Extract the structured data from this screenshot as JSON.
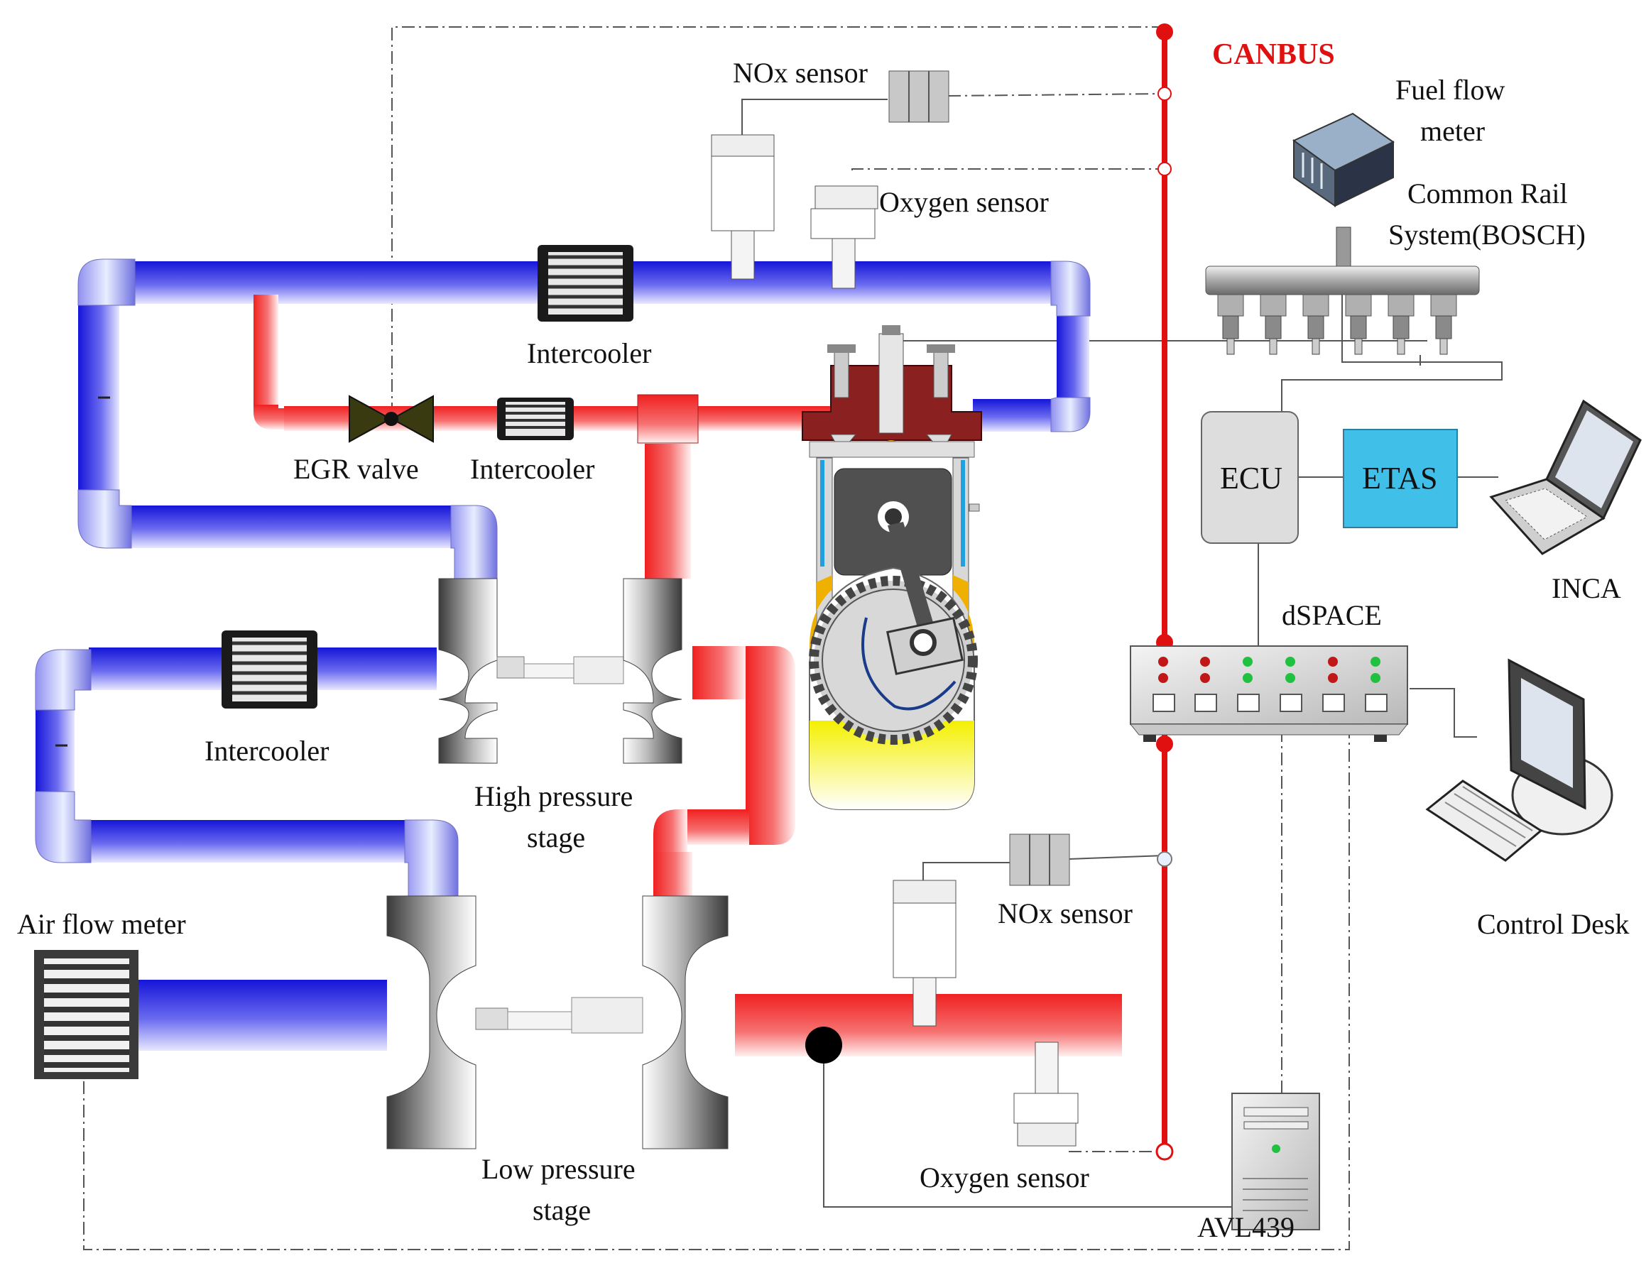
{
  "labels": {
    "canbus": "CANBUS",
    "nox_sensor_top": "NOx sensor",
    "oxygen_sensor_top": "Oxygen sensor",
    "intercooler_top": "Intercooler",
    "egr_valve": "EGR valve",
    "intercooler_egr": "Intercooler",
    "intercooler_low": "Intercooler",
    "high_pressure_stage_1": "High pressure",
    "high_pressure_stage_2": "stage",
    "low_pressure_stage_1": "Low pressure",
    "low_pressure_stage_2": "stage",
    "air_flow_meter": "Air flow meter",
    "nox_sensor_bottom": "NOx sensor",
    "oxygen_sensor_bottom": "Oxygen sensor",
    "fuel_flow_meter_1": "Fuel flow",
    "fuel_flow_meter_2": "meter",
    "common_rail_1": "Common Rail",
    "common_rail_2": "System(BOSCH)",
    "ecu": "ECU",
    "etas": "ETAS",
    "inca": "INCA",
    "dspace": "dSPACE",
    "control_desk": "Control Desk",
    "avl439": "AVL439"
  },
  "colors": {
    "intake": "#2020e0",
    "exhaust": "#f03030",
    "canbus": "#e01010",
    "etas": "#40c0e8",
    "ecu": "#dddddd"
  }
}
